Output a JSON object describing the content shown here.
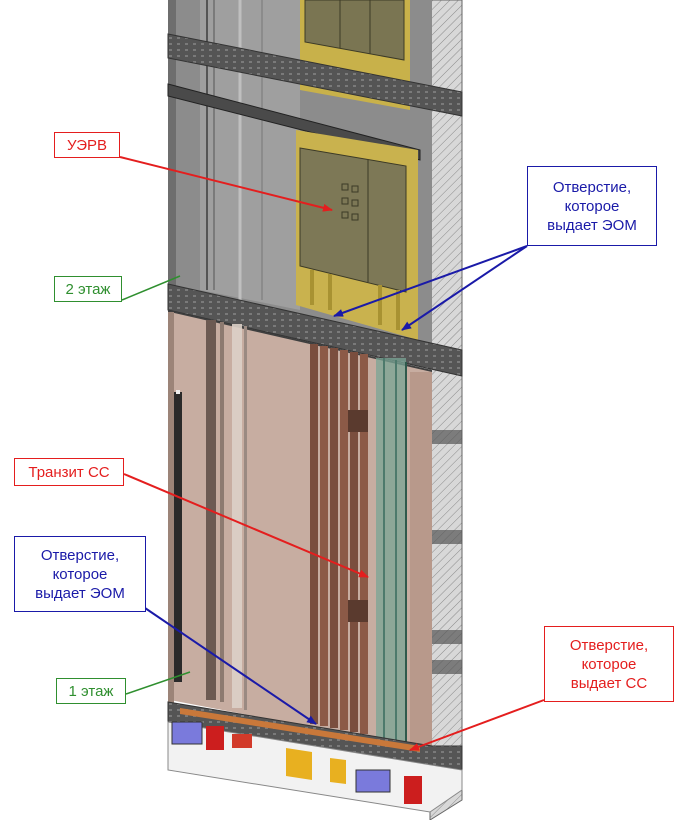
{
  "colors": {
    "red": "#e41e1e",
    "blue": "#1a1aa8",
    "green": "#2f8f2f"
  },
  "labels": {
    "uerv": "УЭРВ",
    "floor2": "2 этаж",
    "floor1": "1 этаж",
    "transit_ss": "Транзит СС",
    "eom_opening_top": "Отверстие,\nкоторое\nвыдает ЭОМ",
    "eom_opening_bottom": "Отверстие,\nкоторое\nвыдает ЭОМ",
    "ss_opening": "Отверстие,\nкоторое\nвыдает СС"
  }
}
